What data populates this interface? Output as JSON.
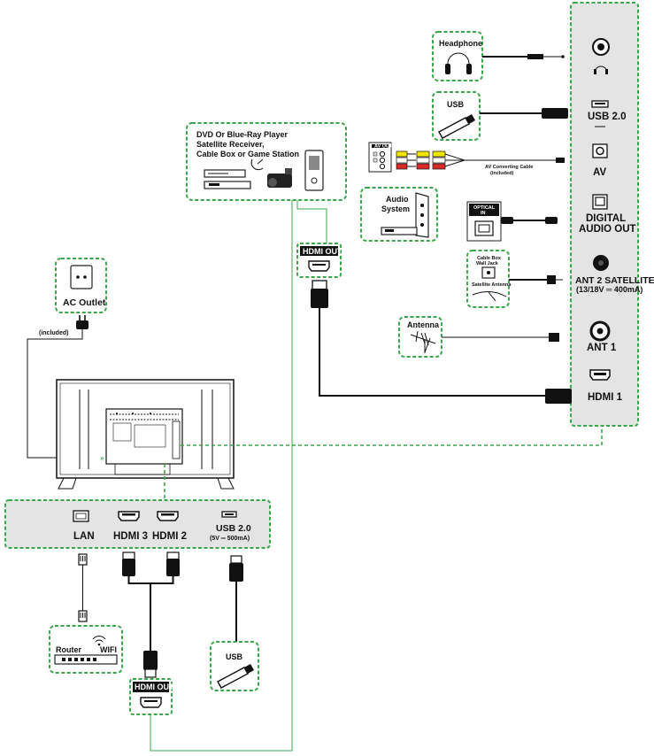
{
  "colors": {
    "accent_green": "#3aa64a",
    "panel_gray": "#e4e4e4",
    "cable": "#111111"
  },
  "side_panel": {
    "ports": [
      {
        "name": "headphone-jack",
        "icon": "headphone-icon",
        "label": ""
      },
      {
        "name": "usb-2-0-side",
        "icon": "usb-port-icon",
        "label": "USB 2.0"
      },
      {
        "name": "av-in",
        "icon": "av-port-icon",
        "label": "AV"
      },
      {
        "name": "digital-audio-out",
        "icon": "optical-port-icon",
        "label_line1": "DIGITAL",
        "label_line2": "AUDIO OUT"
      },
      {
        "name": "ant2-satellite",
        "icon": "coax-port-icon",
        "label_line1": "ANT 2 SATELLITE",
        "label_line2": "(13/18V ═ 400mA)"
      },
      {
        "name": "ant1",
        "icon": "coax-port-icon",
        "label": "ANT 1"
      },
      {
        "name": "hdmi1",
        "icon": "hdmi-port-icon",
        "label": "HDMI 1"
      }
    ]
  },
  "devices": {
    "headphone": "Headphone",
    "usb_top": "USB",
    "dvd_line1": "DVD Or Blue-Ray Player",
    "dvd_line2": "Satellite Receiver,",
    "dvd_line3": "Cable Box or Game Station",
    "av_out": "AV OUT",
    "av_cable_line1": "AV Converting Cable",
    "av_cable_line2": "(included)",
    "audio_line1": "Audio",
    "audio_line2": "System",
    "optical_line1": "OPTICAL",
    "optical_line2": "IN",
    "sat_line1": "Cable Box",
    "sat_line2": "Wall Jack",
    "sat_line3": "Satellite Antenna",
    "antenna": "Antenna",
    "hdmi_out_top": "HDMI OUT",
    "ac_outlet": "AC Outlet",
    "included": "(included)",
    "router": "Router",
    "wifi": "WIFI",
    "usb_bottom": "USB",
    "hdmi_out_bottom": "HDMI OUT"
  },
  "bottom_panel": {
    "lan": "LAN",
    "hdmi3": "HDMI 3",
    "hdmi2": "HDMI 2",
    "usb_line1": "USB 2.0",
    "usb_line2": "(5V ═ 500mA)"
  }
}
